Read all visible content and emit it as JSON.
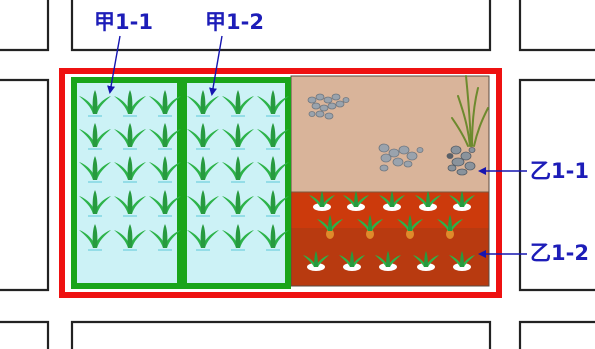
{
  "labels": {
    "plot_a1": "甲1-1",
    "plot_a2": "甲1-2",
    "plot_b1": "乙1-1",
    "plot_b2": "乙1-2"
  },
  "colors": {
    "label_text": "#1d1db8",
    "arrow": "#1515b0",
    "outer_border": "#ee1111",
    "paddy_border": "#1aa51a",
    "paddy_water": "#ccf2f6",
    "bare_soil": "#d9b49a",
    "farm_soil_top": "#cc3a0c",
    "farm_soil_bottom": "#b83a10",
    "plant_green": "#2db34a",
    "rock_gray": "#9aa3ad"
  },
  "icons": {
    "rice_plant": "rice-seedling-icon",
    "rock": "rock-pile-icon",
    "grass": "reed-grass-icon",
    "vegetable": "vegetable-sprout-icon"
  }
}
